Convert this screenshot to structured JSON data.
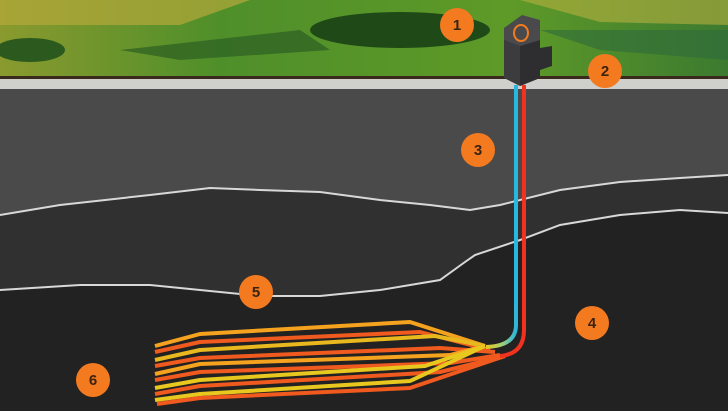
{
  "markers": [
    {
      "label": "1",
      "color": "#f47a20"
    },
    {
      "label": "2",
      "color": "#f47a20"
    },
    {
      "label": "3",
      "color": "#f47a20"
    },
    {
      "label": "4",
      "color": "#f47a20"
    },
    {
      "label": "5",
      "color": "#f47a20"
    },
    {
      "label": "6",
      "color": "#f47a20"
    }
  ],
  "colors": {
    "injection": "#29b6e0",
    "production": "#f0321e",
    "lateral_hot": "#f05a1e",
    "lateral_warm": "#f5a21e",
    "lateral_mid": "#e8c81e"
  }
}
